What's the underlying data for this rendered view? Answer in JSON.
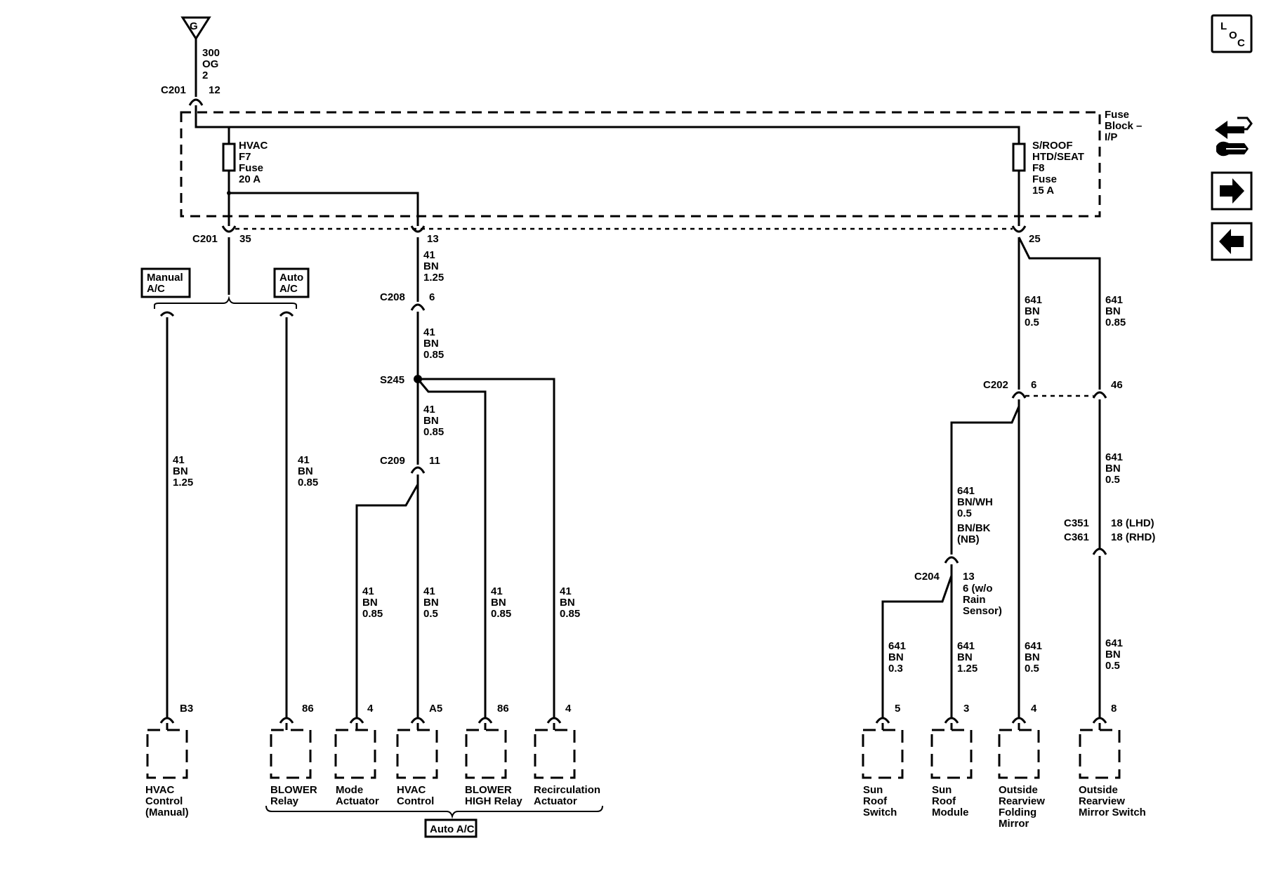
{
  "ground": {
    "label": "G"
  },
  "top_wire": {
    "l1": "300",
    "l2": "OG",
    "l3": "2"
  },
  "c201_top": {
    "name": "C201",
    "pin": "12"
  },
  "fuse_block": {
    "l1": "Fuse",
    "l2": "Block –",
    "l3": "I/P"
  },
  "fuse_f7": {
    "l1": "HVAC",
    "l2": "F7",
    "l3": "Fuse",
    "l4": "20 A"
  },
  "fuse_f8": {
    "l1": "S/ROOF",
    "l2": "HTD/SEAT",
    "l3": "F8",
    "l4": "Fuse",
    "l5": "15 A"
  },
  "c201_bottom": {
    "name": "C201",
    "pin": "35"
  },
  "pin_13": "13",
  "pin_25": "25",
  "option_manual": {
    "l1": "Manual",
    "l2": "A/C"
  },
  "option_auto": {
    "l1": "Auto",
    "l2": "A/C"
  },
  "wires": {
    "w_c201_c208": {
      "l1": "41",
      "l2": "BN",
      "l3": "1.25"
    },
    "w_c208_s245": {
      "l1": "41",
      "l2": "BN",
      "l3": "0.85"
    },
    "w_s245_c209": {
      "l1": "41",
      "l2": "BN",
      "l3": "0.85"
    },
    "w_manual": {
      "l1": "41",
      "l2": "BN",
      "l3": "1.25"
    },
    "w_auto": {
      "l1": "41",
      "l2": "BN",
      "l3": "0.85"
    },
    "w_mode": {
      "l1": "41",
      "l2": "BN",
      "l3": "0.85"
    },
    "w_hvac": {
      "l1": "41",
      "l2": "BN",
      "l3": "0.5"
    },
    "w_blower_high": {
      "l1": "41",
      "l2": "BN",
      "l3": "0.85"
    },
    "w_recirc": {
      "l1": "41",
      "l2": "BN",
      "l3": "0.85"
    },
    "w_641_a": {
      "l1": "641",
      "l2": "BN",
      "l3": "0.5"
    },
    "w_641_b": {
      "l1": "641",
      "l2": "BN",
      "l3": "0.85"
    },
    "w_641_bnwh": {
      "l1": "641",
      "l2": "BN/WH",
      "l3": "0.5",
      "l4": "BN/BK",
      "l5": "(NB)"
    },
    "w_641_c361": {
      "l1": "641",
      "l2": "BN",
      "l3": "0.5"
    },
    "w_sun_switch": {
      "l1": "641",
      "l2": "BN",
      "l3": "0.3"
    },
    "w_sun_module": {
      "l1": "641",
      "l2": "BN",
      "l3": "1.25"
    },
    "w_folding": {
      "l1": "641",
      "l2": "BN",
      "l3": "0.5"
    },
    "w_mirror_sw": {
      "l1": "641",
      "l2": "BN",
      "l3": "0.5"
    }
  },
  "c208": {
    "name": "C208",
    "pin": "6"
  },
  "s245": {
    "name": "S245"
  },
  "c209": {
    "name": "C209",
    "pin": "11"
  },
  "c202": {
    "name": "C202",
    "pin_a": "6",
    "pin_b": "46"
  },
  "c204": {
    "name": "C204",
    "pin": "13",
    "alt1": "6 (w/o",
    "alt2": "Rain",
    "alt3": "Sensor)"
  },
  "c351": {
    "name1": "C351",
    "name2": "C361",
    "pin1": "18 (LHD)",
    "pin2": "18 (RHD)"
  },
  "components": [
    {
      "pin": "B3",
      "l1": "HVAC",
      "l2": "Control",
      "l3": "(Manual)"
    },
    {
      "pin": "86",
      "l1": "BLOWER",
      "l2": "Relay",
      "l3": ""
    },
    {
      "pin": "4",
      "l1": "Mode",
      "l2": "Actuator",
      "l3": ""
    },
    {
      "pin": "A5",
      "l1": "HVAC",
      "l2": "Control",
      "l3": ""
    },
    {
      "pin": "86",
      "l1": "BLOWER",
      "l2": "HIGH Relay",
      "l3": ""
    },
    {
      "pin": "4",
      "l1": "Recirculation",
      "l2": "Actuator",
      "l3": ""
    },
    {
      "pin": "5",
      "l1": "Sun",
      "l2": "Roof",
      "l3": "Switch",
      "l4": ""
    },
    {
      "pin": "3",
      "l1": "Sun",
      "l2": "Roof",
      "l3": "Module",
      "l4": ""
    },
    {
      "pin": "4",
      "l1": "Outside",
      "l2": "Rearview",
      "l3": "Folding",
      "l4": "Mirror"
    },
    {
      "pin": "8",
      "l1": "Outside",
      "l2": "Rearview",
      "l3": "Mirror Switch",
      "l4": ""
    }
  ],
  "auto_ac_group": "Auto A/C",
  "nav": {
    "loc_l": "L",
    "loc_o": "O",
    "loc_c": "C"
  }
}
